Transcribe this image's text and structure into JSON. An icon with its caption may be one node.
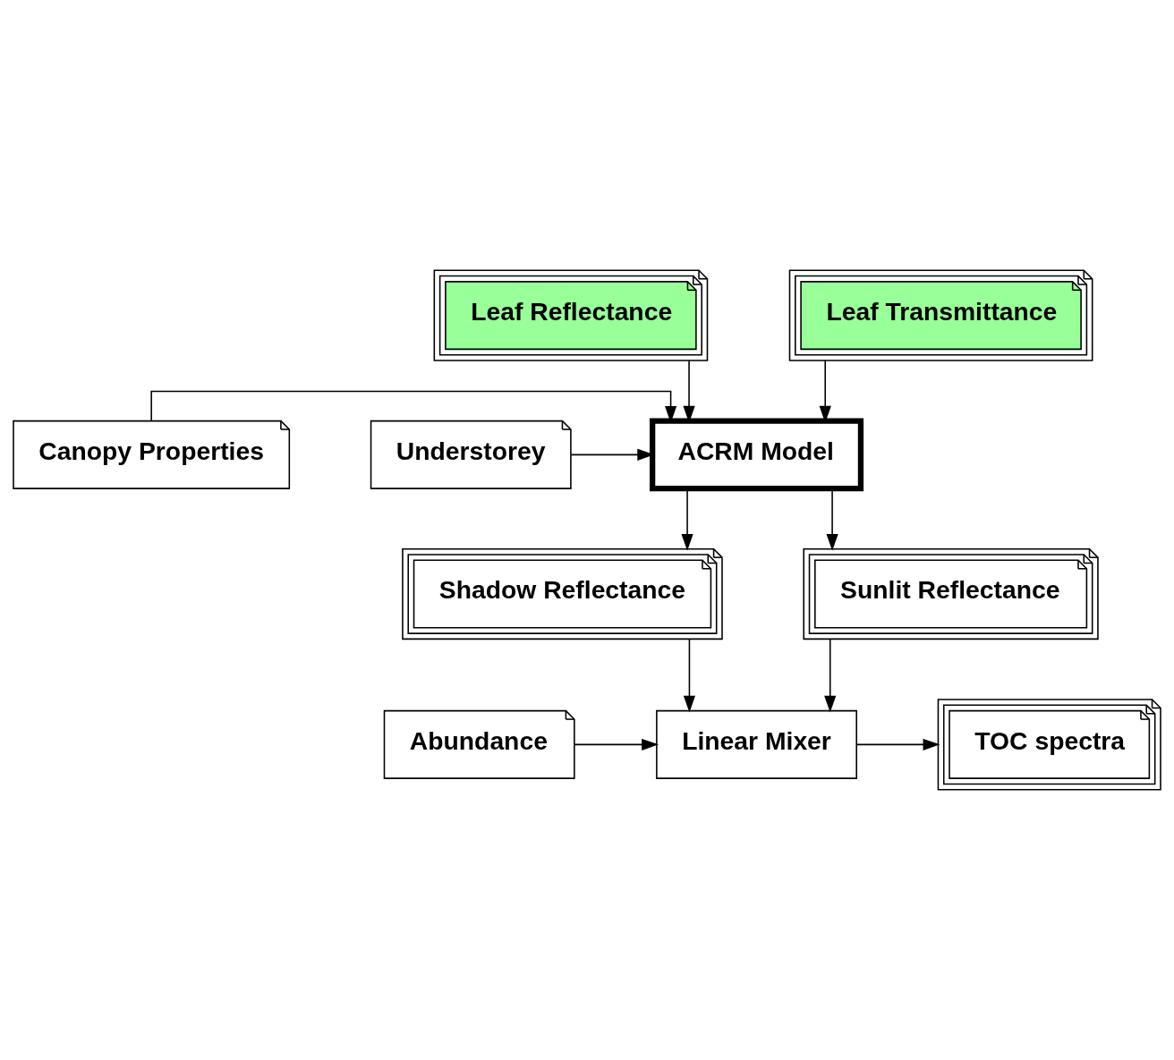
{
  "diagram": {
    "nodes": [
      {
        "text": [
          "Leaf Reflectance"
        ]
      },
      {
        "text": [
          "Leaf Transmittance"
        ]
      },
      {
        "text": [
          "Canopy Properties"
        ]
      },
      {
        "text": [
          "ACRM Model"
        ]
      },
      {
        "text": [
          "Understorey"
        ]
      },
      {
        "text": [
          "Shadow Reflectance"
        ]
      },
      {
        "text": [
          "Sunlit Reflectance"
        ]
      },
      {
        "text": [
          "Abundance"
        ]
      },
      {
        "text": [
          "Linear Mixer"
        ]
      },
      {
        "text": [
          "TOC spectra"
        ]
      }
    ],
    "edges": [
      {
        "from": 0,
        "to": 3,
        "arrow": "to"
      },
      {
        "from": 1,
        "to": 3,
        "arrow": "to"
      },
      {
        "from": 2,
        "to": 3,
        "arrow": "to"
      },
      {
        "from": 4,
        "to": 3,
        "arrow": "to"
      },
      {
        "from": 3,
        "to": 5,
        "arrow": "to"
      },
      {
        "from": 3,
        "to": 6,
        "arrow": "to"
      },
      {
        "from": 5,
        "to": 8,
        "arrow": "to"
      },
      {
        "from": 6,
        "to": 8,
        "arrow": "to"
      },
      {
        "from": 7,
        "to": 8,
        "arrow": "to"
      },
      {
        "from": 8,
        "to": 9,
        "arrow": "to"
      }
    ]
  }
}
